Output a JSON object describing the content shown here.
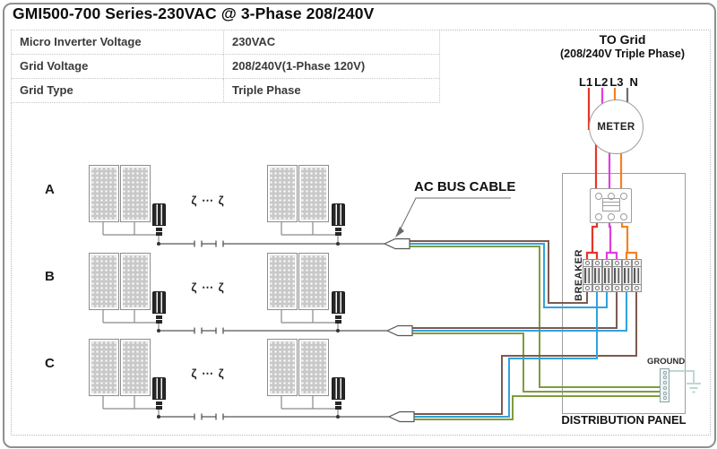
{
  "title": "GMI500-700 Series-230VAC @ 3-Phase 208/240V",
  "spec_table": {
    "rows": [
      {
        "label": "Micro Inverter Voltage",
        "value": "230VAC"
      },
      {
        "label": "Grid  Voltage",
        "value": "208/240V(1-Phase 120V)"
      },
      {
        "label": "Grid Type",
        "value": "Triple Phase"
      }
    ]
  },
  "grid_header": {
    "line1": "TO Grid",
    "line2": "(208/240V Triple Phase)",
    "phases": [
      "L1",
      "L2",
      "L3",
      "N"
    ]
  },
  "labels": {
    "meter": "METER",
    "breaker": "BREAKER",
    "ac_bus_cable": "AC BUS CABLE",
    "ground": "GROUND",
    "distribution_panel": "DISTRIBUTION PANEL"
  },
  "rows": [
    {
      "label": "A"
    },
    {
      "label": "B"
    },
    {
      "label": "C"
    }
  ],
  "break_symbol": "ζ ⋯ ζ",
  "colors": {
    "l1_red": "#e53528",
    "l2_magenta": "#df3fdf",
    "l3_orange": "#f58220",
    "neutral_gray": "#6e6e6e",
    "bus_brown": "#7d5a50",
    "bus_blue": "#30a3dc",
    "bus_green": "#7f9c3e",
    "earth_teal": "#b2d2cf",
    "frame_gray": "#8a8a8a",
    "line_dark": "#555555"
  }
}
